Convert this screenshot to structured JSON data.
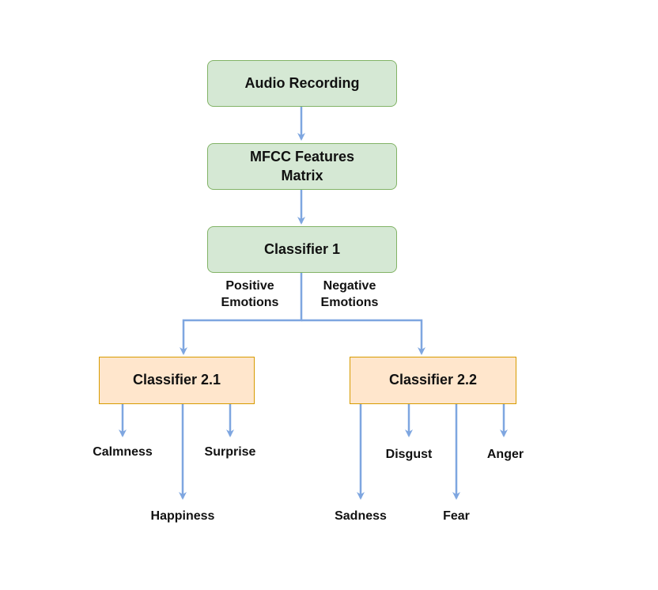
{
  "nodes": {
    "audio": "Audio Recording",
    "mfcc": "MFCC Features\nMatrix",
    "classifier1": "Classifier 1",
    "classifier21": "Classifier 2.1",
    "classifier22": "Classifier 2.2"
  },
  "branches": {
    "positive": "Positive\nEmotions",
    "negative": "Negative\nEmotions"
  },
  "emotions": {
    "calmness": "Calmness",
    "surprise": "Surprise",
    "happiness": "Happiness",
    "disgust": "Disgust",
    "anger": "Anger",
    "sadness": "Sadness",
    "fear": "Fear"
  },
  "colors": {
    "edge": "#7ea6e0",
    "green_fill": "#d5e8d4",
    "green_border": "#82b366",
    "orange_fill": "#ffe6cc",
    "orange_border": "#d79b00"
  }
}
